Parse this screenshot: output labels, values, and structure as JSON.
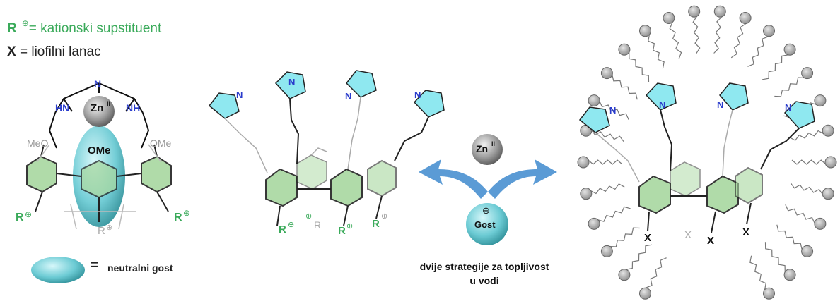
{
  "legend": {
    "r_symbol": "R",
    "r_plus": "⊕",
    "r_text": "= kationski supstituent",
    "x_symbol": "X",
    "x_text": "= liofilni lanac"
  },
  "labels": {
    "zn": "Zn",
    "zn_sup": "II",
    "ome": "OMe",
    "meo": "MeO",
    "hn": "HN",
    "nh": "NH",
    "n": "N",
    "r": "R",
    "plus": "⊕",
    "minus": "⊖",
    "guest": "Gost",
    "x": "X",
    "neutral_eq": "=",
    "neutral_guest": "neutralni gost",
    "strategy_line1": "dvije strategije za topljivost",
    "strategy_line2": "u vodi"
  },
  "colors": {
    "cation_green": "#3aaa5a",
    "ring_green": "#a8d8a0",
    "imidazole_cyan": "#8fe8f0",
    "nitrogen_blue": "#2a3ccc",
    "arrow_blue": "#5b9bd5",
    "guest_cyan": "#5fc4cc",
    "micelle_grey": "#a0a0a0"
  }
}
